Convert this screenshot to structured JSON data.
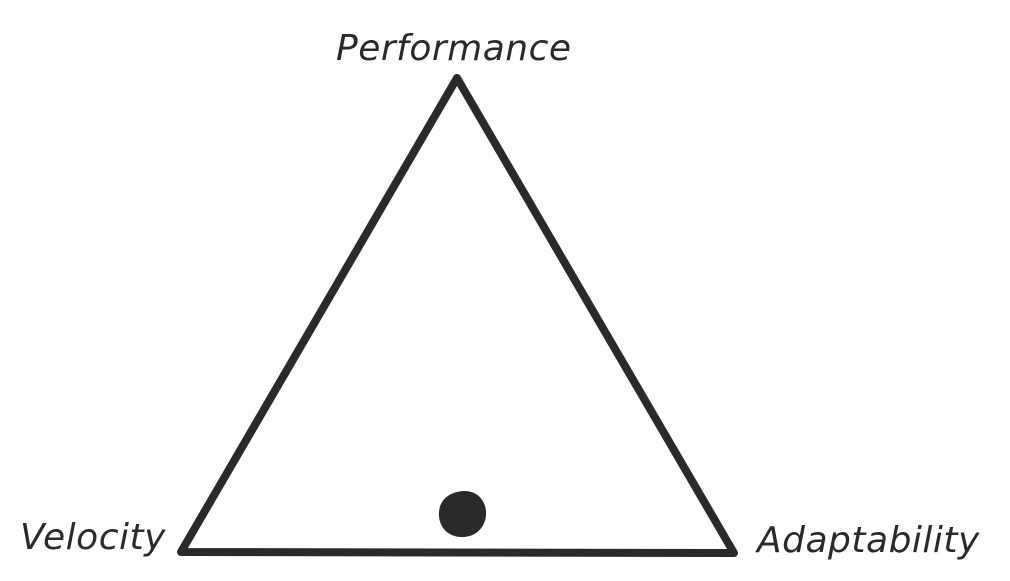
{
  "diagram": {
    "type": "triangle",
    "stroke_color": "#2a2a2a",
    "marker_color": "#2a2a2a",
    "labels": {
      "top": "Performance",
      "bottom_left": "Velocity",
      "bottom_right": "Adaptability"
    }
  }
}
